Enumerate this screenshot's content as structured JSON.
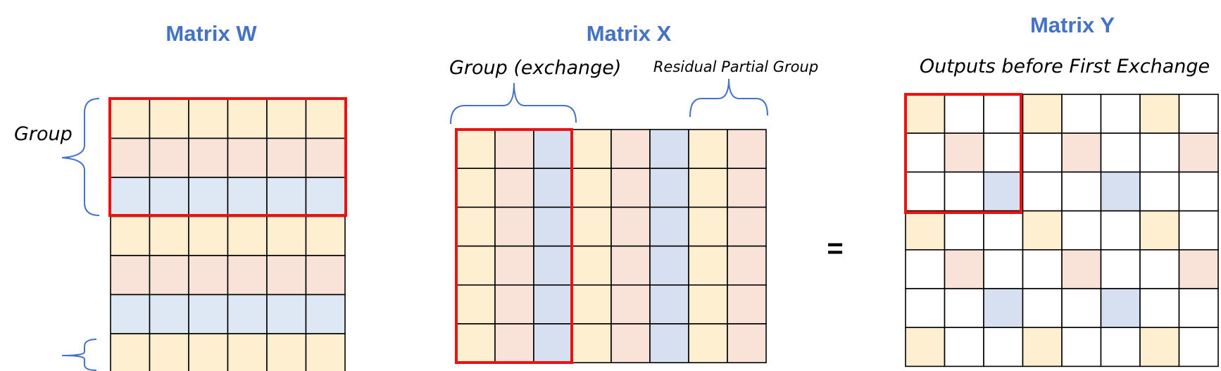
{
  "colors": {
    "yellow": "#fdefcf",
    "pink": "#f9e3d9",
    "blue": "#dde8f4",
    "blue_x": "#d7e0f1",
    "white": "#ffffff",
    "title": "#4472c4",
    "brace": "#4472c4",
    "highlight": "#ee1111",
    "grid": "#000000"
  },
  "matrix_w": {
    "title": "Matrix W",
    "group_label": "Group",
    "rows": [
      [
        "yellow",
        "yellow",
        "yellow",
        "yellow",
        "yellow",
        "yellow"
      ],
      [
        "pink",
        "pink",
        "pink",
        "pink",
        "pink",
        "pink"
      ],
      [
        "blue",
        "blue",
        "blue",
        "blue",
        "blue",
        "blue"
      ],
      [
        "yellow",
        "yellow",
        "yellow",
        "yellow",
        "yellow",
        "yellow"
      ],
      [
        "pink",
        "pink",
        "pink",
        "pink",
        "pink",
        "pink"
      ],
      [
        "blue",
        "blue",
        "blue",
        "blue",
        "blue",
        "blue"
      ],
      [
        "yellow",
        "yellow",
        "yellow",
        "yellow",
        "yellow",
        "yellow"
      ]
    ]
  },
  "matrix_x": {
    "title": "Matrix X",
    "group_label": "Group (exchange)",
    "residual_label": "Residual Partial Group",
    "rows": [
      [
        "yellow",
        "pink",
        "blue_x",
        "yellow",
        "pink",
        "blue_x",
        "yellow",
        "pink"
      ],
      [
        "yellow",
        "pink",
        "blue_x",
        "yellow",
        "pink",
        "blue_x",
        "yellow",
        "pink"
      ],
      [
        "yellow",
        "pink",
        "blue_x",
        "yellow",
        "pink",
        "blue_x",
        "yellow",
        "pink"
      ],
      [
        "yellow",
        "pink",
        "blue_x",
        "yellow",
        "pink",
        "blue_x",
        "yellow",
        "pink"
      ],
      [
        "yellow",
        "pink",
        "blue_x",
        "yellow",
        "pink",
        "blue_x",
        "yellow",
        "pink"
      ],
      [
        "yellow",
        "pink",
        "blue_x",
        "yellow",
        "pink",
        "blue_x",
        "yellow",
        "pink"
      ]
    ]
  },
  "equals_sign": "=",
  "matrix_y": {
    "title": "Matrix Y",
    "subtitle": "Outputs before First Exchange",
    "rows": [
      [
        "yellow",
        "white",
        "white",
        "yellow",
        "white",
        "white",
        "yellow",
        "white"
      ],
      [
        "white",
        "pink",
        "white",
        "white",
        "pink",
        "white",
        "white",
        "pink"
      ],
      [
        "white",
        "white",
        "blue_x",
        "white",
        "white",
        "blue_x",
        "white",
        "white"
      ],
      [
        "yellow",
        "white",
        "white",
        "yellow",
        "white",
        "white",
        "yellow",
        "white"
      ],
      [
        "white",
        "pink",
        "white",
        "white",
        "pink",
        "white",
        "white",
        "pink"
      ],
      [
        "white",
        "white",
        "blue_x",
        "white",
        "white",
        "blue_x",
        "white",
        "white"
      ],
      [
        "yellow",
        "white",
        "white",
        "yellow",
        "white",
        "white",
        "yellow",
        "white"
      ]
    ]
  }
}
